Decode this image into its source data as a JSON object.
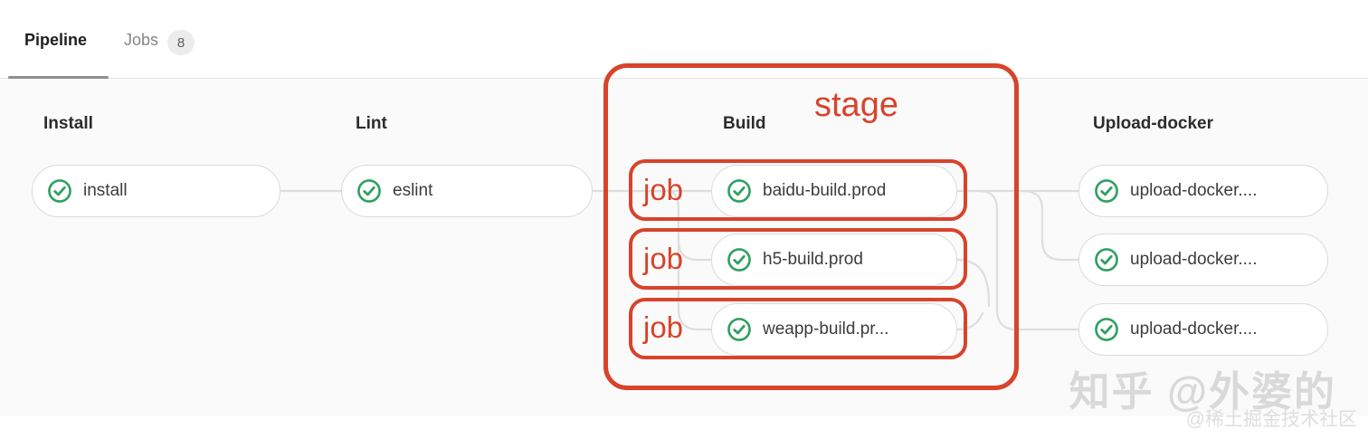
{
  "tabs": {
    "pipeline": {
      "label": "Pipeline"
    },
    "jobs": {
      "label": "Jobs",
      "count": "8"
    }
  },
  "stages": [
    {
      "name": "Install",
      "jobs": [
        {
          "label": "install",
          "status": "success"
        }
      ]
    },
    {
      "name": "Lint",
      "jobs": [
        {
          "label": "eslint",
          "status": "success"
        }
      ]
    },
    {
      "name": "Build",
      "jobs": [
        {
          "label": "baidu-build.prod",
          "status": "success"
        },
        {
          "label": "h5-build.prod",
          "status": "success"
        },
        {
          "label": "weapp-build.pr...",
          "status": "success"
        }
      ]
    },
    {
      "name": "Upload-docker",
      "jobs": [
        {
          "label": "upload-docker....",
          "status": "success"
        },
        {
          "label": "upload-docker....",
          "status": "success"
        },
        {
          "label": "upload-docker....",
          "status": "success"
        }
      ]
    }
  ],
  "annotations": {
    "stage_label": "stage",
    "job_labels": [
      "job",
      "job",
      "job"
    ]
  },
  "watermarks": {
    "large": "知乎 @外婆的",
    "small": "@稀土掘金技术社区"
  },
  "colors": {
    "annotation_red": "#d8432b",
    "success_green": "#30a060"
  }
}
